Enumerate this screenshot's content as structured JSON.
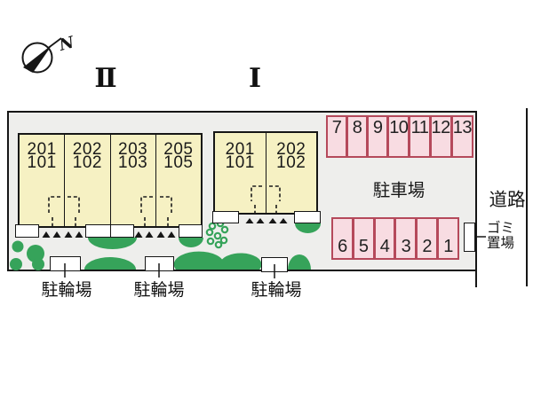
{
  "compass": {
    "north": "N"
  },
  "buildings": [
    {
      "name": "Ⅱ",
      "units": [
        {
          "upper": "201",
          "lower": "101"
        },
        {
          "upper": "202",
          "lower": "102"
        },
        {
          "upper": "203",
          "lower": "103"
        },
        {
          "upper": "205",
          "lower": "105"
        }
      ]
    },
    {
      "name": "Ⅰ",
      "units": [
        {
          "upper": "201",
          "lower": "101"
        },
        {
          "upper": "202",
          "lower": "102"
        }
      ]
    }
  ],
  "parking_lot": {
    "label": "駐車場",
    "top_spaces": [
      "7",
      "8",
      "9",
      "10",
      "11",
      "12",
      "13"
    ],
    "bottom_spaces": [
      "6",
      "5",
      "4",
      "3",
      "2",
      "1"
    ]
  },
  "road": {
    "label": "道路"
  },
  "garbage": {
    "line1": "ゴミ",
    "line2": "置場"
  },
  "bicycle_parking": {
    "labels": [
      "駐輪場",
      "駐輪場",
      "駐輪場"
    ]
  },
  "colors": {
    "building_fill": "#f6f1c3",
    "parking_fill": "#f8dce2",
    "parking_border": "#b5495b",
    "greenery": "#36a35a",
    "site_background": "#eeeeec",
    "line": "#161616"
  }
}
